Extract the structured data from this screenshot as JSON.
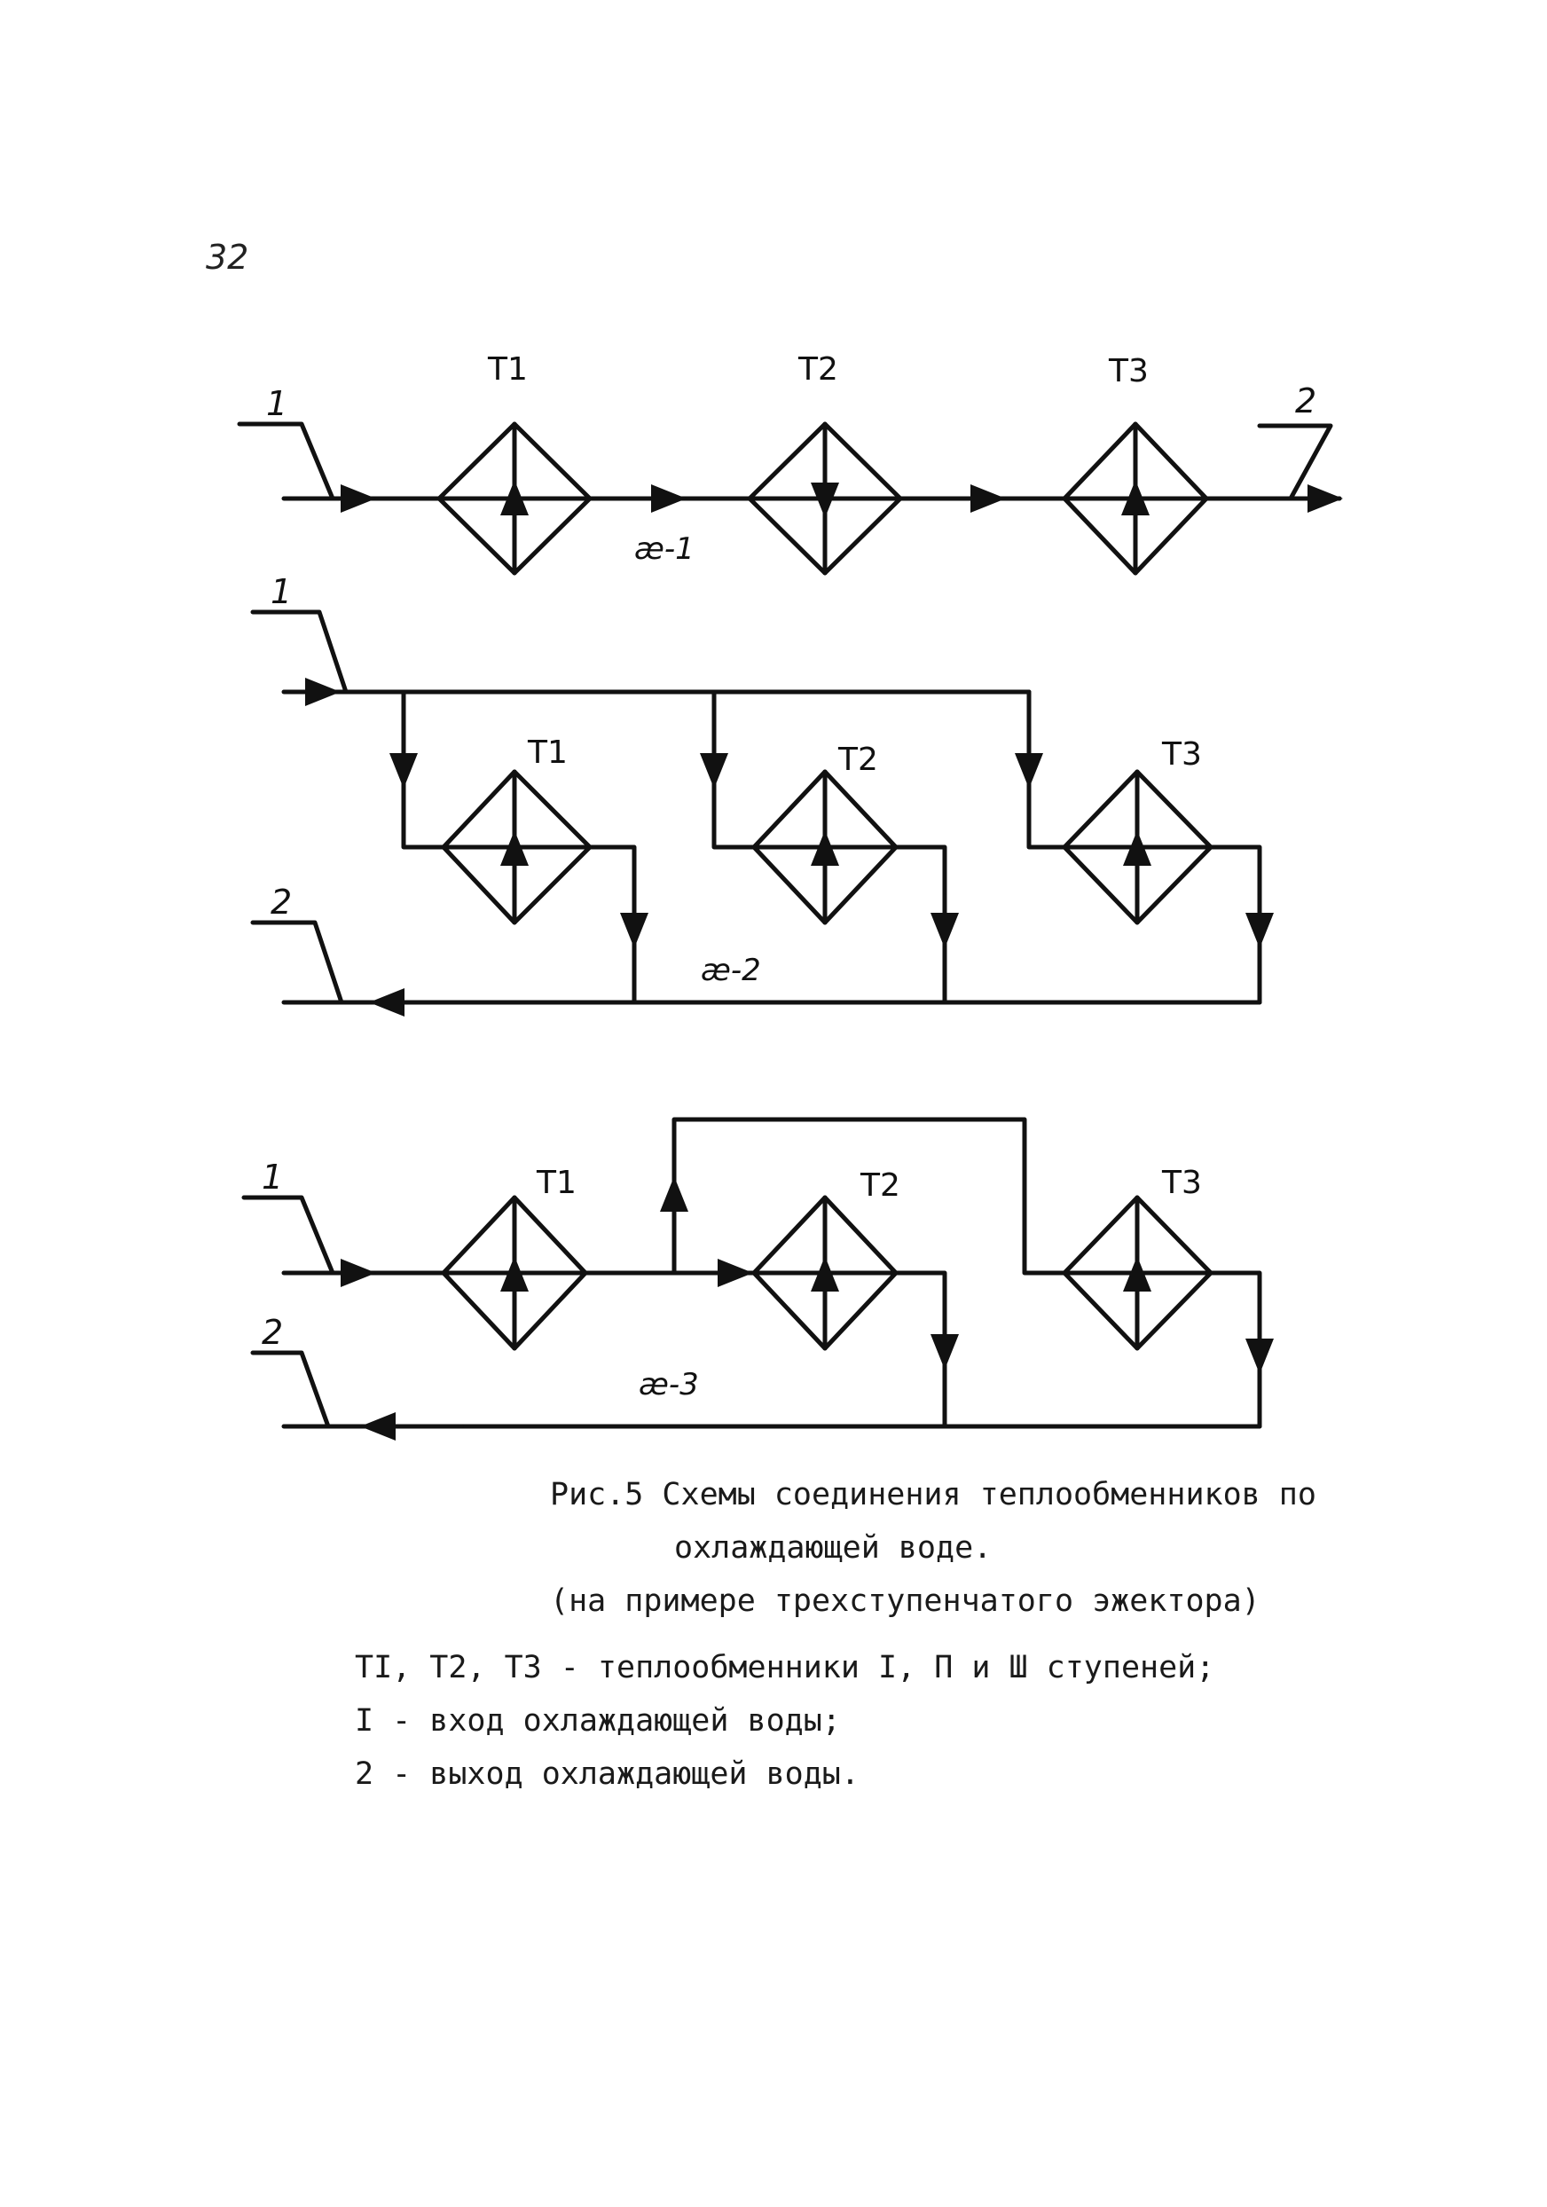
{
  "page_number": "32",
  "schemes": [
    {
      "inlet_label": "1",
      "outlet_label": "2",
      "units": [
        "T1",
        "T2",
        "T3"
      ],
      "kappa_label": "æ-1"
    },
    {
      "inlet_label": "1",
      "outlet_label": "2",
      "units": [
        "T1",
        "T2",
        "T3"
      ],
      "kappa_label": "æ-2"
    },
    {
      "inlet_label": "1",
      "outlet_label": "2",
      "units": [
        "T1",
        "T2",
        "T3"
      ],
      "kappa_label": "æ-3"
    }
  ],
  "caption": {
    "line1": "Рис.5 Схемы соединения теплообменников по",
    "line2": "охлаждающей воде.",
    "line3": "(на примере трехступенчатого эжектора)"
  },
  "legend": {
    "line1": "TI, T2, T3 - теплообменники I, П и Ш ступеней;",
    "line2": "I - вход охлаждающей воды;",
    "line3": "2 - выход охлаждающей воды."
  }
}
